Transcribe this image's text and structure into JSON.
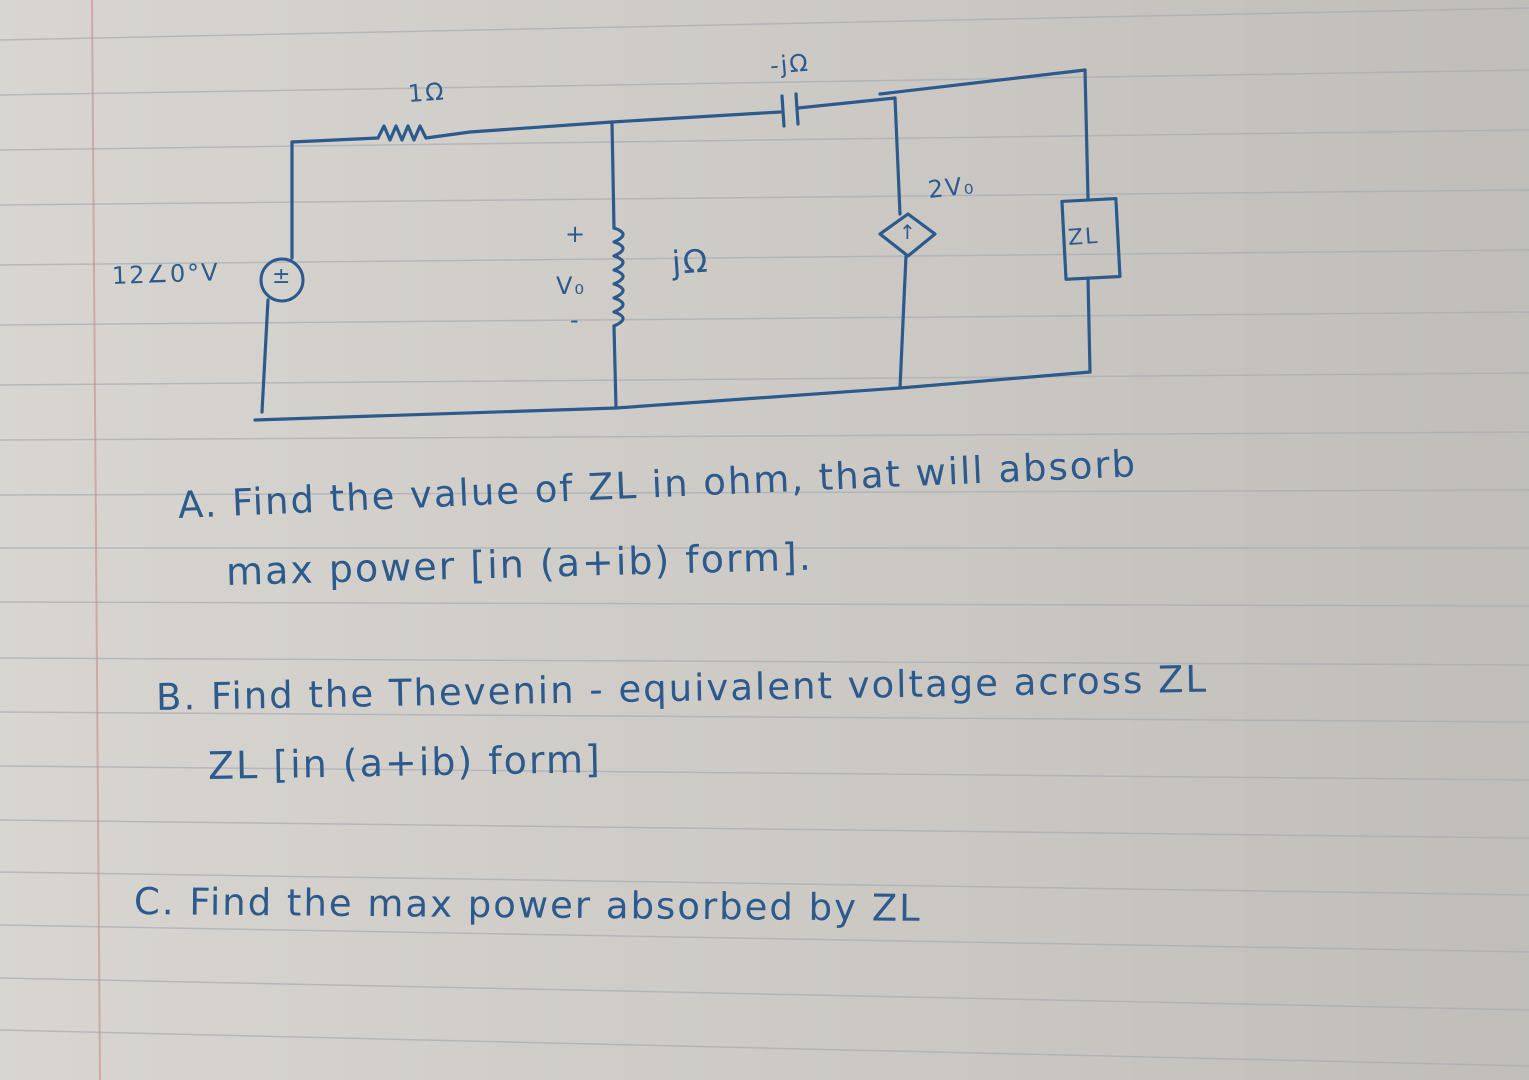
{
  "circuit": {
    "source_label": "12∠0°V",
    "source_symbol": "±",
    "resistor_label": "1Ω",
    "capacitor_label": "-jΩ",
    "inductor_label": "jΩ",
    "vo_plus": "+",
    "vo_label": "V₀",
    "vo_minus": "-",
    "dependent_source_label": "2V₀",
    "dependent_source_symbol": "↑",
    "load_label": "ZL"
  },
  "questions": {
    "a_line1": "A. Find the value of ZL in ohm, that will absorb",
    "a_line2": "max power [in (a+ib) form].",
    "b_line1": "B. Find the Thevenin - equivalent voltage across ZL",
    "b_line2": "ZL [in (a+ib) form]",
    "c_line1": "C.   Find   the   max   power absorbed by ZL"
  },
  "colors": {
    "ink": "#2d5a8c",
    "paper": "#d6d3ce",
    "rule_line": "#9aa3ab",
    "margin_line": "#c98b8b"
  }
}
